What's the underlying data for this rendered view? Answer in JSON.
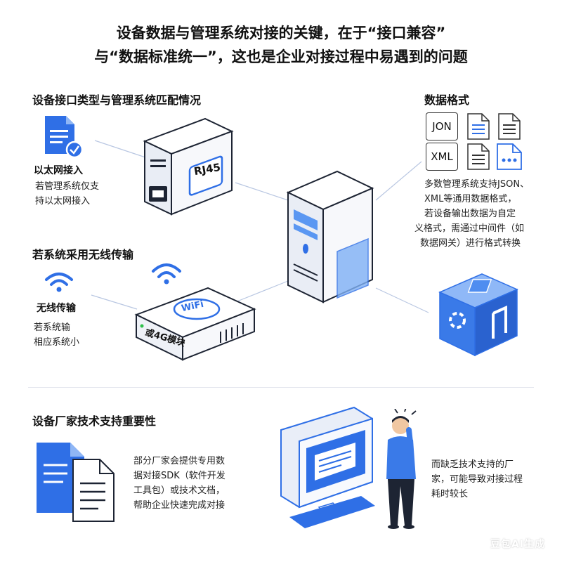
{
  "header": {
    "line1": "设备数据与管理系统对接的关键，在于“接口兼容”",
    "line2": "与“数据标准统一”，这也是企业对接过程中易遇到的问题"
  },
  "interface_section": {
    "title": "设备接口类型与管理系统匹配情况",
    "ethernet_label": "以太网接入",
    "ethernet_desc_1": "若管理系统仅支",
    "ethernet_desc_2": "持以太网接入",
    "rj45_label": "RJ45",
    "wireless_title": "若系统采用无线传输",
    "wireless_label": "无线传输",
    "wireless_desc_1": "若系统输",
    "wireless_desc_2": "相应系统小",
    "wifi_label": "WiFi",
    "router_label": "或4G模块"
  },
  "format_section": {
    "title": "数据格式",
    "json_label": "JON",
    "xml_label": "XML",
    "desc_1": "多数管理系统支持JSON、",
    "desc_2": "XML等通用数据格式，",
    "desc_3": "若设备输出数据为自定",
    "desc_4": "义格式，需通过中间件（如",
    "desc_5": "数据网关）进行格式转换"
  },
  "support_section": {
    "title": "设备厂家技术支持重要性",
    "desc_1": "部分厂家会提供专用数",
    "desc_2": "据对接SDK（软件开发",
    "desc_3": "工具包）或技术文档，",
    "desc_4": "帮助企业快速完成对接",
    "risk_1": "而缺乏技术支持的厂",
    "risk_2": "家，可能导致对接过程",
    "risk_3": "耗时较长"
  },
  "watermark": "豆包AI生成",
  "colors": {
    "accent": "#2f6fe6",
    "accent_light": "#5a97f2",
    "device": "#f4f6fa",
    "outline": "#1d2433"
  }
}
